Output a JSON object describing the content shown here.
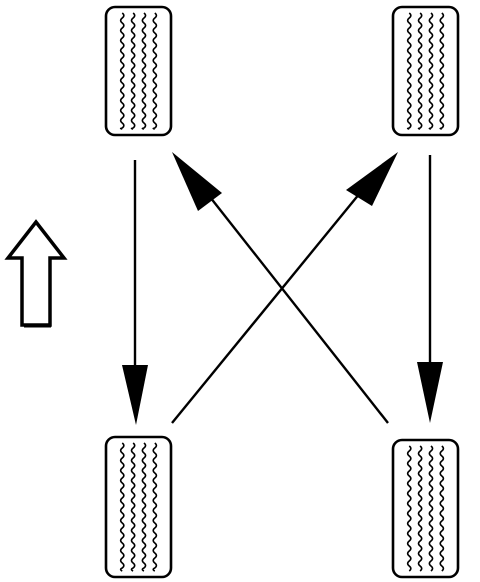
{
  "diagram": {
    "type": "tire-rotation-pattern",
    "pattern": "rearward-cross",
    "line_color": "#000000",
    "background_color": "#ffffff",
    "tire_fill": "#ffffff",
    "direction_indicator": {
      "icon": "hollow-up-arrow-icon",
      "meaning": "forward"
    },
    "tires": [
      {
        "id": "front-left",
        "position": "front-left"
      },
      {
        "id": "front-right",
        "position": "front-right"
      },
      {
        "id": "rear-left",
        "position": "rear-left"
      },
      {
        "id": "rear-right",
        "position": "rear-right"
      }
    ],
    "moves": [
      {
        "from": "front-left",
        "to": "rear-left",
        "style": "straight"
      },
      {
        "from": "front-right",
        "to": "rear-right",
        "style": "straight"
      },
      {
        "from": "rear-left",
        "to": "front-right",
        "style": "cross"
      },
      {
        "from": "rear-right",
        "to": "front-left",
        "style": "cross"
      }
    ]
  }
}
